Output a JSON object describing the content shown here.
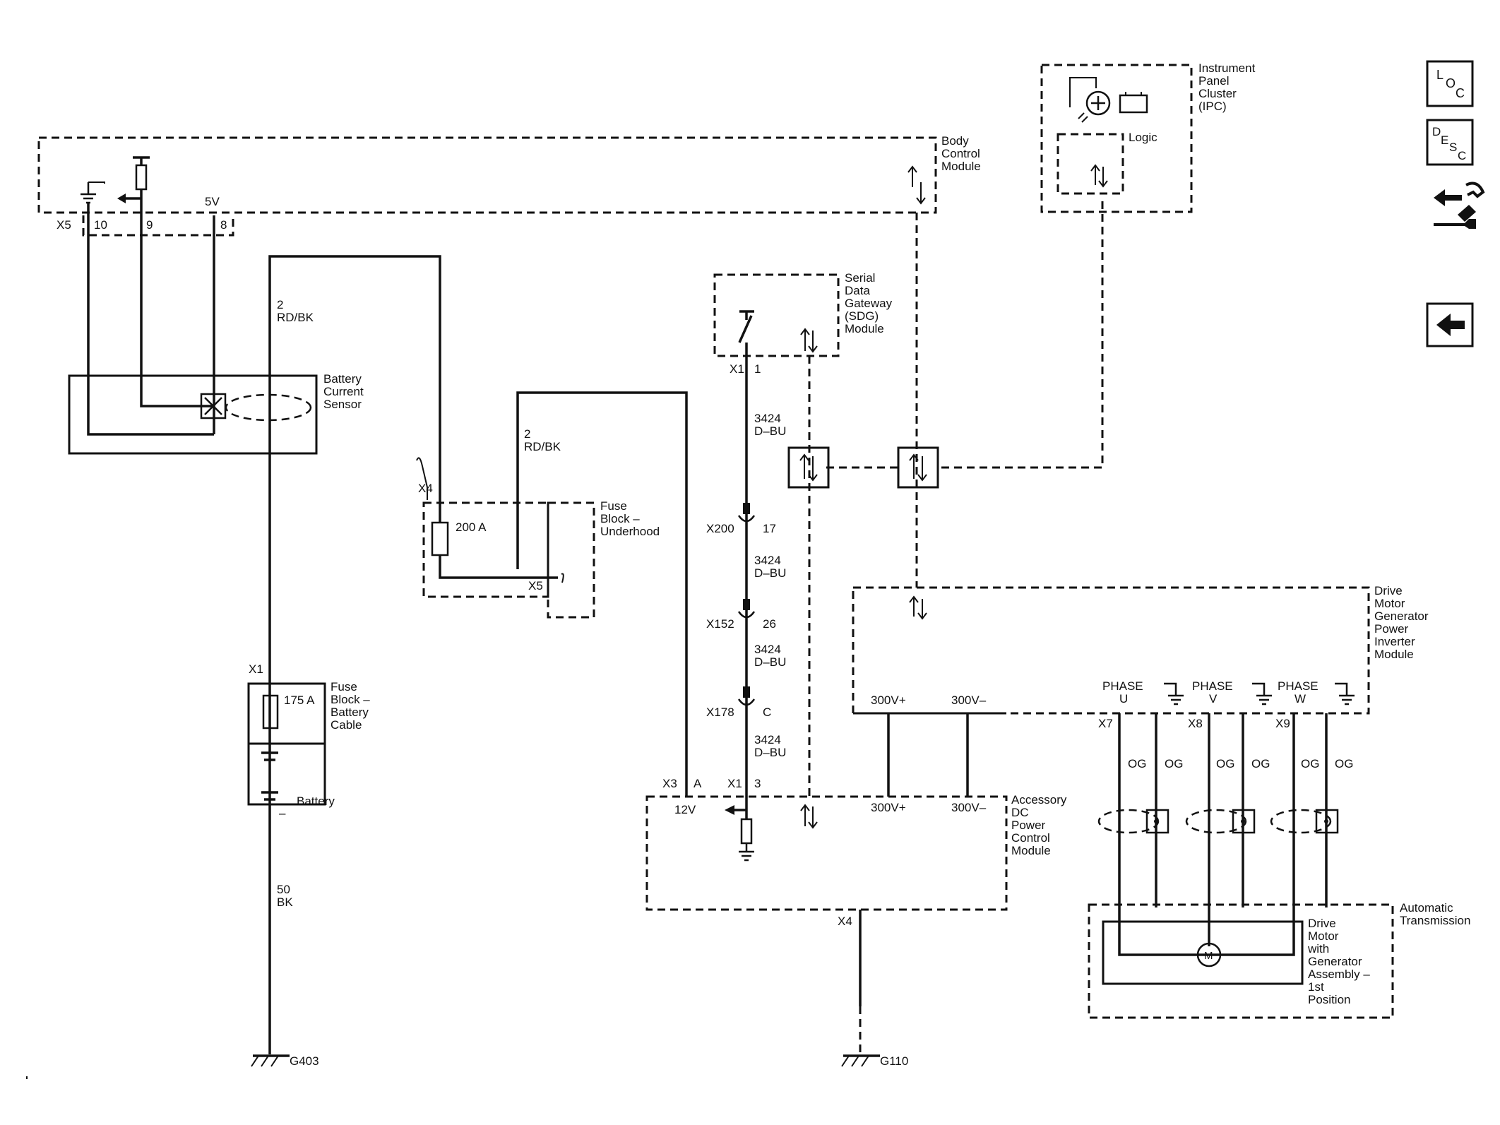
{
  "modules": {
    "bcm": "Body Control Module",
    "bcs": "Battery Current Sensor",
    "ipc": "Instrument Panel Cluster (IPC)",
    "ipc_logic": "Logic",
    "sdg": "Serial Data Gateway (SDG) Module",
    "fuse_underhood": "Fuse Block – Underhood",
    "fuse_battery_cable": "Fuse Block – Battery Cable",
    "battery": "Battery",
    "dmgpim": "Drive Motor Generator Power Inverter Module",
    "apm": "Accessory DC Power Control Module",
    "trans": "Automatic Transmission",
    "motor": "Drive Motor with Generator Assembly – 1st Position"
  },
  "bcm_conn": {
    "connector": "X5",
    "pin_ground": "10",
    "pin_signal": "9",
    "pin_5v": "8",
    "v5": "5V"
  },
  "wires": {
    "rdbk_num": "2",
    "rdbk": "RD/BK",
    "bk_num": "50",
    "bk": "BK",
    "dbu_num": "3424",
    "dbu": "D–BU",
    "og": "OG"
  },
  "fuses": {
    "underhood": "200 A",
    "cable": "175 A"
  },
  "connectors": {
    "x1": "X1",
    "x1_pin1": "1",
    "x1_pin3": "3",
    "x3": "X3",
    "x3_pin": "A",
    "x4": "X4",
    "x5": "X5",
    "x200": "X200",
    "x200_pin": "17",
    "x152": "X152",
    "x152_pin": "26",
    "x178": "X178",
    "x178_pin": "C",
    "x7": "X7",
    "x8": "X8",
    "x9": "X9"
  },
  "voltages": {
    "v12": "12V",
    "v300p": "300V+",
    "v300m": "300V–"
  },
  "phases": {
    "label": "PHASE",
    "u": "U",
    "v": "V",
    "w": "W"
  },
  "grounds": {
    "g403": "G403",
    "g110": "G110"
  },
  "battery_minus": "–",
  "motor_letter": "M",
  "nav": {
    "loc": [
      "L",
      "O",
      "C"
    ],
    "desc": [
      "D",
      "E",
      "S",
      "C"
    ]
  }
}
